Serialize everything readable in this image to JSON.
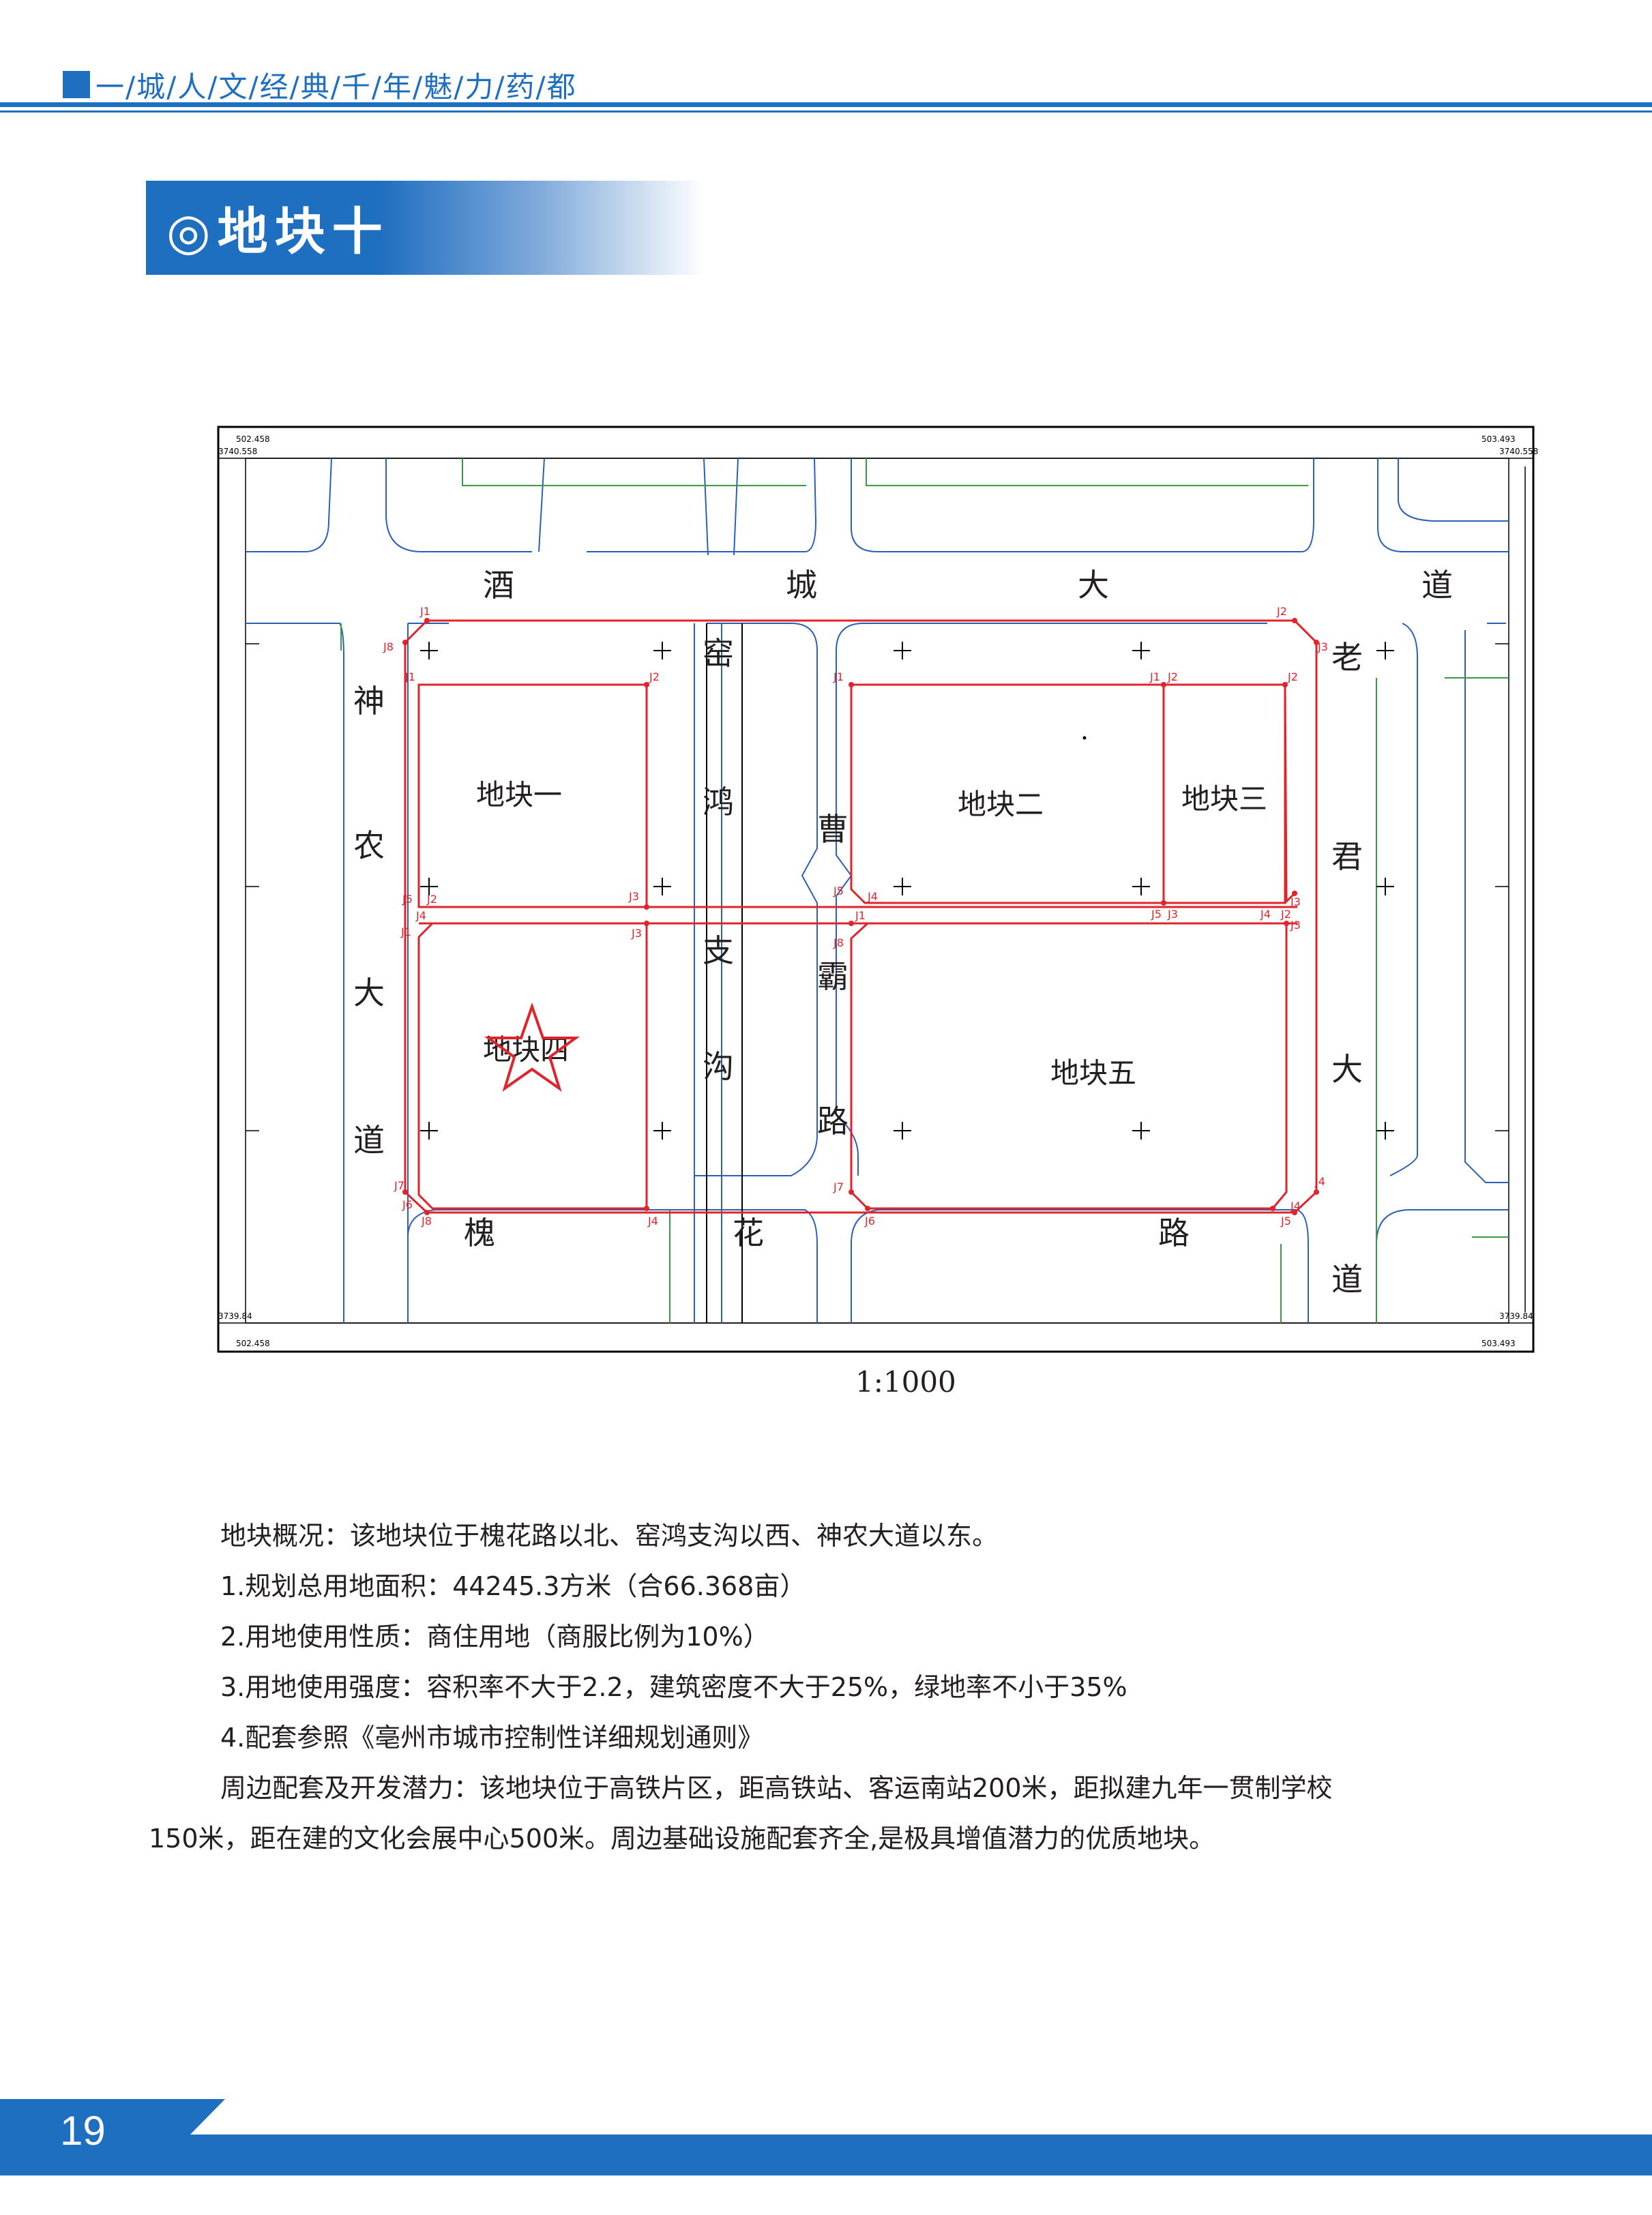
{
  "header": {
    "title": "一/城/人/文/经/典/千/年/魅/力/药/都"
  },
  "section": {
    "title": "◎地块十"
  },
  "map": {
    "corner_coords": {
      "top_left_x": "502.458",
      "top_left_y": "3740.558",
      "top_right_x": "503.493",
      "top_right_y": "3740.558",
      "bottom_left_y": "3739.84",
      "bottom_left_x": "502.458",
      "bottom_right_y": "3739.84",
      "bottom_right_x": "503.493"
    },
    "roads": {
      "jiucheng_1": "酒",
      "jiucheng_2": "城",
      "jiucheng_3": "大",
      "jiucheng_4": "道",
      "shennong_1": "神",
      "shennong_2": "农",
      "shennong_3": "大",
      "shennong_4": "道",
      "yaohong_1": "窑",
      "yaohong_2": "鸿",
      "yaohong_3": "支",
      "yaohong_4": "沟",
      "caoba_1": "曹",
      "caoba_2": "霸",
      "caoba_3": "路",
      "laojun_1": "老",
      "laojun_2": "君",
      "laojun_3": "大",
      "laojun_4": "道",
      "huaihua_1": "槐",
      "huaihua_2": "花",
      "huaihua_3": "路"
    },
    "parcels": {
      "p1": "地块一",
      "p2": "地块二",
      "p3": "地块三",
      "p4": "地块四",
      "p5": "地块五"
    },
    "points": {
      "o_j1": "J1",
      "o_j8": "J8",
      "o_j2": "J2",
      "o_j3": "J3",
      "o_j7": "J7",
      "o_j6": "J6",
      "o_j5": "J5",
      "o_j4": "J4",
      "a_j1": "J1",
      "a_j2": "J2",
      "a_j3": "J3",
      "a_j4": "J4",
      "a_j5": "J5",
      "b_j1": "J1",
      "b_j2": "J2",
      "b_j4": "J4",
      "b_j5": "J5",
      "c_j1": "J1",
      "c_j2": "J2",
      "c_j3": "J3",
      "c_j5": "J5",
      "d_j1": "J1",
      "d_j3": "J3",
      "d_j4": "J4",
      "d_j7": "J7",
      "d_j6": "J6",
      "d_j5": "J5",
      "e_j1": "J1",
      "e_j8": "J8",
      "e_j2": "J2",
      "e_j3": "J3",
      "e_j4": "J4",
      "e_j7": "J7",
      "e_j6": "J6",
      "e_j5": "J5",
      "e_j4b": "J4"
    },
    "scale": "1:1000"
  },
  "description": {
    "line1": "地块概况：该地块位于槐花路以北、窑鸿支沟以西、神农大道以东。",
    "line2": "1.规划总用地面积：44245.3方米（合66.368亩）",
    "line3": "2.用地使用性质：商住用地（商服比例为10%）",
    "line4": "3.用地使用强度：容积率不大于2.2，建筑密度不大于25%，绿地率不小于35%",
    "line5": "4.配套参照《亳州市城市控制性详细规划通则》",
    "line6": "周边配套及开发潜力：该地块位于高铁片区，距高铁站、客运南站200米，距拟建九年一贯制学校",
    "line7": "150米，距在建的文化会展中心500米。周边基础设施配套齐全,是极具增值潜力的优质地块。"
  },
  "footer": {
    "page_number": "19"
  },
  "colors": {
    "brand_blue": "#1f6fc1",
    "boundary_red": "#e0242b",
    "road_blue": "#2b5fb8",
    "green_line": "#3a9a45"
  }
}
